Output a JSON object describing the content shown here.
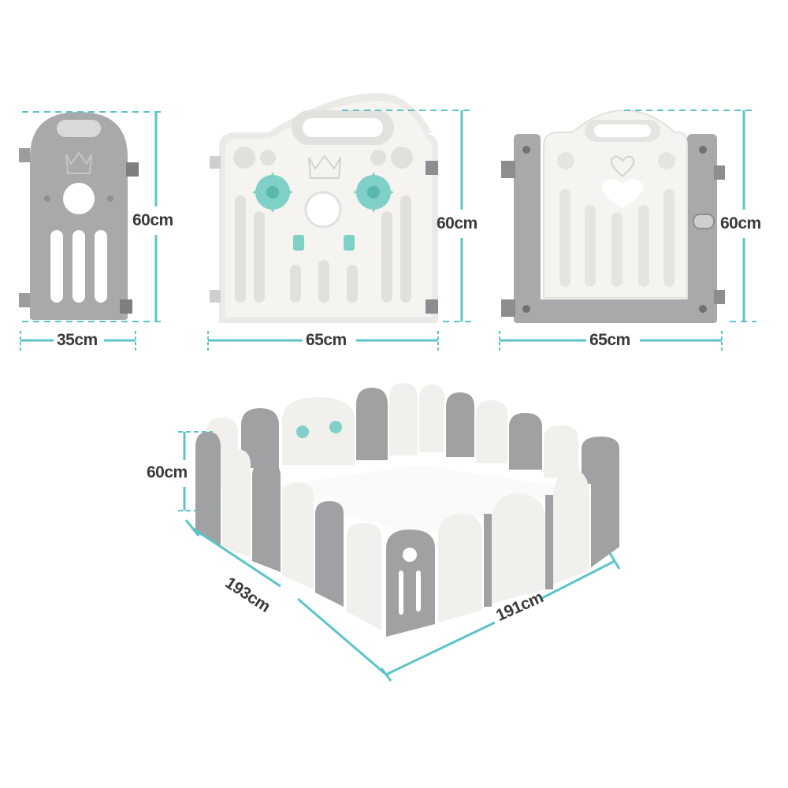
{
  "colors": {
    "accent": "#5cc4c8",
    "panel_gray": "#a7a9ab",
    "panel_gray_dark": "#8b8d8f",
    "panel_white": "#f3f2ef",
    "toy_mint": "#7fd1c7",
    "label_text": "#3a3a3a"
  },
  "panels": {
    "narrow": {
      "height_label": "60cm",
      "width_label": "35cm"
    },
    "toy": {
      "height_label": "60cm",
      "width_label": "65cm"
    },
    "door": {
      "height_label": "60cm",
      "width_label": "65cm"
    }
  },
  "playpen": {
    "height_label": "60cm",
    "depth_label": "193cm",
    "width_label": "191cm"
  }
}
